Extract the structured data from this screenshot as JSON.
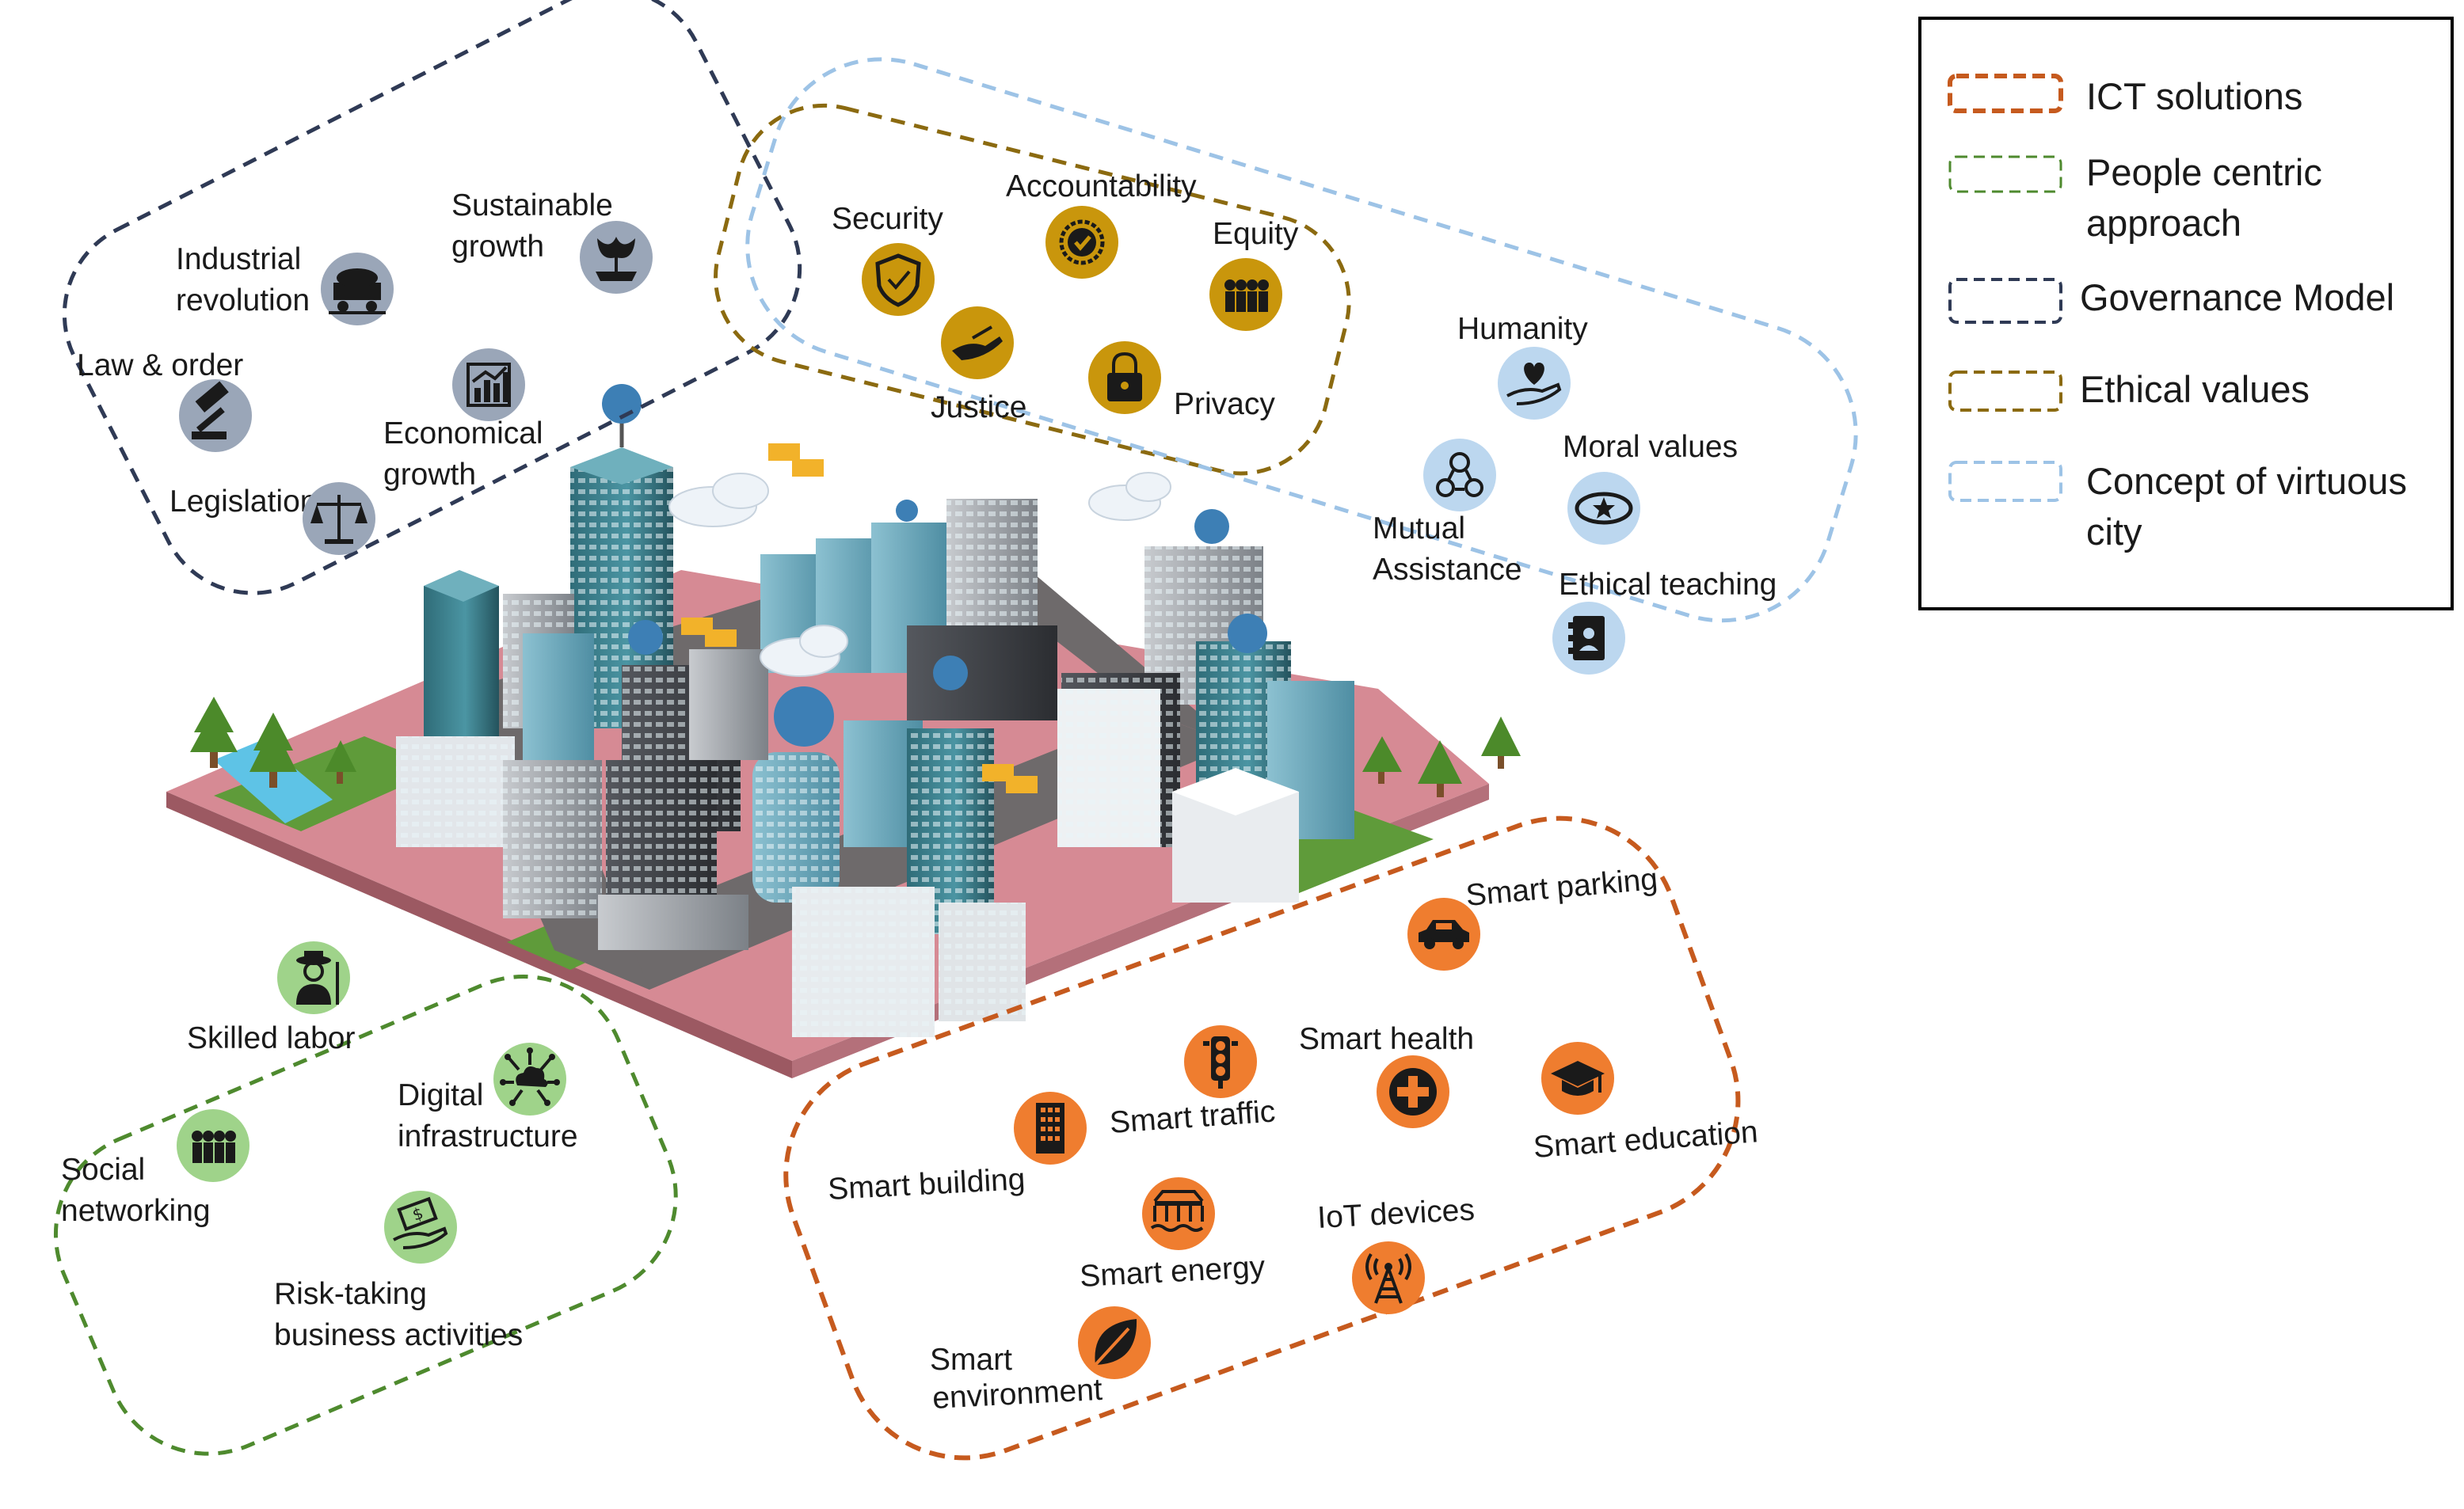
{
  "legend": {
    "items": [
      {
        "label_lines": [
          "ICT solutions"
        ],
        "color": "#c65a1e"
      },
      {
        "label_lines": [
          "People centric",
          "approach"
        ],
        "color": "#4e8a2e"
      },
      {
        "label_lines": [
          "Governance Model"
        ],
        "color": "#2f3a55"
      },
      {
        "label_lines": [
          "Ethical values"
        ],
        "color": "#8b6a10"
      },
      {
        "label_lines": [
          "Concept of virtuous",
          "city"
        ],
        "color": "#9dc3e6"
      }
    ]
  },
  "governance": {
    "color": "#2f3a55",
    "icon_color": "#9aa6b8",
    "items": {
      "industrial_revolution": {
        "lines": [
          "Industrial",
          "revolution"
        ],
        "icon": "mine-cart-icon"
      },
      "sustainable_growth": {
        "lines": [
          "Sustainable",
          "growth"
        ],
        "icon": "growing-plant-icon"
      },
      "law_order": {
        "lines": [
          "Law & order"
        ],
        "icon": "gavel-icon"
      },
      "economical_growth": {
        "lines": [
          "Economical",
          "growth"
        ],
        "icon": "bar-chart-icon"
      },
      "legislation": {
        "lines": [
          "Legislation"
        ],
        "icon": "scales-icon"
      }
    }
  },
  "ethical": {
    "color": "#8b6a10",
    "icon_color": "#c9960c",
    "items": {
      "security": {
        "lines": [
          "Security"
        ],
        "icon": "shield-check-icon"
      },
      "accountability": {
        "lines": [
          "Accountability"
        ],
        "icon": "badge-check-icon"
      },
      "equity": {
        "lines": [
          "Equity"
        ],
        "icon": "people-group-icon"
      },
      "justice": {
        "lines": [
          "Justice"
        ],
        "icon": "hand-give-icon"
      },
      "privacy": {
        "lines": [
          "Privacy"
        ],
        "icon": "padlock-icon"
      }
    }
  },
  "virtuous": {
    "color": "#9dc3e6",
    "icon_color": "#bcd7ef",
    "items": {
      "humanity": {
        "lines": [
          "Humanity"
        ],
        "icon": "hand-heart-icon"
      },
      "mutual_assistance": {
        "lines": [
          "Mutual",
          "Assistance"
        ],
        "icon": "network-people-icon"
      },
      "moral_values": {
        "lines": [
          "Moral values"
        ],
        "icon": "star-orbit-icon"
      },
      "ethical_teaching": {
        "lines": [
          "Ethical teaching"
        ],
        "icon": "contact-book-icon"
      }
    }
  },
  "people": {
    "color": "#4e8a2e",
    "icon_color": "#9fd38a",
    "items": {
      "skilled_labor": {
        "lines": [
          "Skilled labor"
        ],
        "icon": "farmer-icon"
      },
      "digital_infrastructure": {
        "lines": [
          "Digital",
          "infrastructure"
        ],
        "icon": "cloud-network-icon"
      },
      "social_networking": {
        "lines": [
          "Social",
          "networking"
        ],
        "icon": "people-group-icon"
      },
      "risk_taking": {
        "lines": [
          "Risk-taking",
          "business activities"
        ],
        "icon": "money-hand-icon"
      }
    }
  },
  "ict": {
    "color": "#c65a1e",
    "icon_color": "#ef7d2f",
    "items": {
      "smart_parking": {
        "lines": [
          "Smart parking"
        ],
        "icon": "car-icon"
      },
      "smart_health": {
        "lines": [
          "Smart health"
        ],
        "icon": "medical-cross-icon"
      },
      "smart_traffic": {
        "lines": [
          "Smart traffic"
        ],
        "icon": "traffic-light-icon"
      },
      "smart_education": {
        "lines": [
          "Smart education"
        ],
        "icon": "graduation-cap-icon"
      },
      "smart_building": {
        "lines": [
          "Smart building"
        ],
        "icon": "building-icon"
      },
      "smart_energy": {
        "lines": [
          "Smart energy"
        ],
        "icon": "solar-bridge-icon"
      },
      "iot_devices": {
        "lines": [
          "IoT devices"
        ],
        "icon": "antenna-tower-icon"
      },
      "smart_environment": {
        "lines": [
          "Smart",
          "environment"
        ],
        "icon": "leaf-icon"
      }
    }
  },
  "city": {
    "ground_color": "#d68a94",
    "tower_color": "#3b7f8c",
    "glass_color": "#7fb4c6",
    "grey_color": "#9aa0a6",
    "tree_color": "#4c8a2a",
    "road_color": "#6e6a6b",
    "wifi_color": "#3d7fb5",
    "cube_color": "#f2b22a"
  }
}
